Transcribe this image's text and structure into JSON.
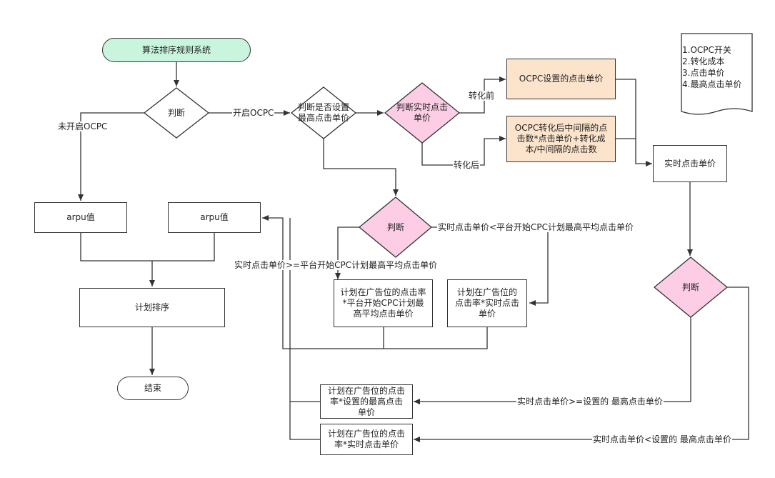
{
  "nodes": {
    "start": "算法排序规则系统",
    "judge_ocpc": "判断",
    "judge_max_bid": "判断是否设置最高点击单价",
    "judge_realtime": "判断实时点击单价",
    "ocpc_bid": "OCPC设置的点击单价",
    "ocpc_after": "OCPC转化后中间隔的点击数*点击单价+转化成本/中间隔的点击数",
    "realtime_bid": "实时点击单价",
    "arpu_left": "arpu值",
    "arpu_right": "arpu值",
    "judge_platform": "判断",
    "plan_sort": "计划排序",
    "calc_platform_avg": "计划在广告位的点击率*平台开始CPC计划最高平均点击单价",
    "calc_realtime_mid": "计划在广告位的点击率*实时点击单价",
    "end": "结束",
    "judge_right": "判断",
    "calc_set_max": "计划在广告位的点击率*设置的最高点击单价",
    "calc_realtime_bottom": "计划在广告位的点击率*实时点击单价"
  },
  "edges": {
    "not_open_ocpc": "未开启OCPC",
    "open_ocpc": "开启OCPC",
    "before_conversion": "转化前",
    "after_conversion": "转化后",
    "realtime_less_platform": "实时点击单价<平台开始CPC计划最高平均点击单价",
    "realtime_geq_platform": "实时点击单价>=平台开始CPC计划最高平均点击单价",
    "realtime_geq_set_max": "实时点击单价>=设置的  最高点击单价",
    "realtime_less_set_max": "实时点击单价<设置的  最高点击单价"
  },
  "note": {
    "items": [
      "1.OCPC开关",
      "2.转化成本",
      "3.点击单价",
      "4.最高点击单价"
    ]
  },
  "colors": {
    "start_fill": "#c9f5de",
    "decision_pink": "#fccde5",
    "process_orange": "#fce4cc",
    "line": "#333333"
  }
}
